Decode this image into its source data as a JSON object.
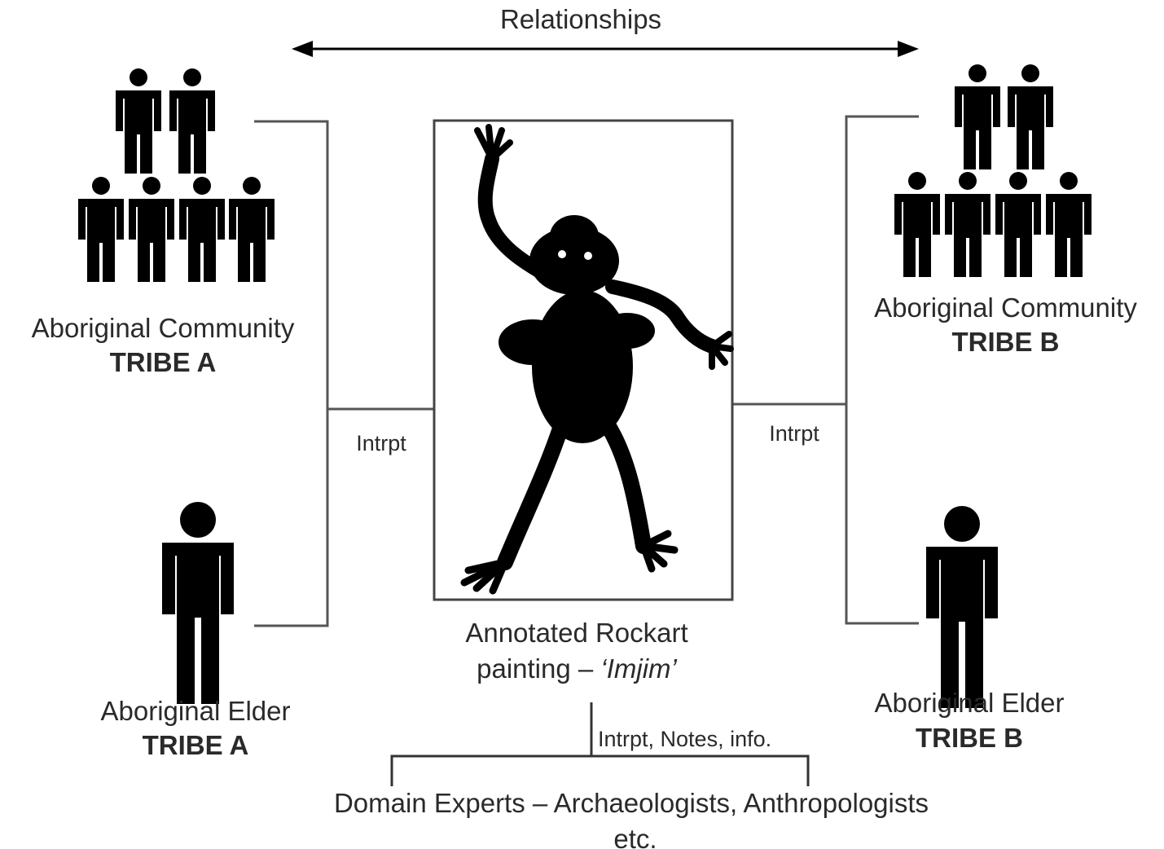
{
  "relationships_label": "Relationships",
  "tribe_a": {
    "community_label": "Aboriginal Community",
    "community_tribe": "TRIBE A",
    "elder_label": "Aboriginal Elder",
    "elder_tribe": "TRIBE A"
  },
  "tribe_b": {
    "community_label": "Aboriginal Community",
    "community_tribe": "TRIBE B",
    "elder_label": "Aboriginal Elder",
    "elder_tribe": "TRIBE B"
  },
  "interpretation_left": "Intrpt",
  "interpretation_right": "Intrpt",
  "painting": {
    "label_line1": "Annotated Rockart",
    "label_line2_prefix": "painting – ",
    "label_line2_name": "‘Imjim’"
  },
  "experts": {
    "connector_label": "Intrpt, Notes, info.",
    "label_line1": "Domain Experts – Archaeologists, Anthropologists",
    "label_line2": "etc."
  },
  "colors": {
    "ink": "#000000",
    "line": "#555555",
    "text": "#2a2a2a"
  }
}
